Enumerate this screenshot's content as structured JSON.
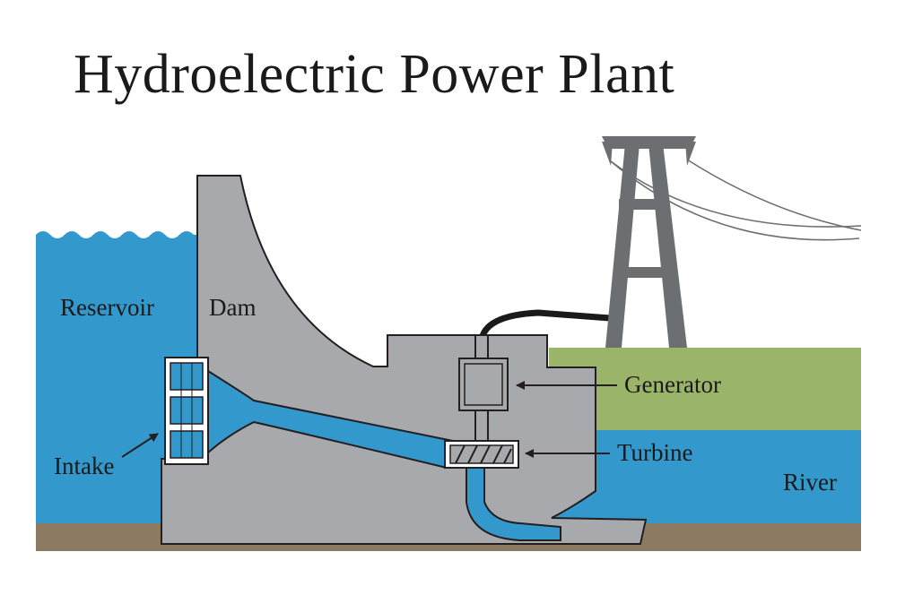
{
  "title": "Hydroelectric Power Plant",
  "labels": {
    "reservoir": "Reservoir",
    "dam": "Dam",
    "intake": "Intake",
    "generator": "Generator",
    "turbine": "Turbine",
    "river": "River"
  },
  "colors": {
    "water": "#3398cc",
    "concrete": "#a7a9ac",
    "ground": "#8c7b62",
    "grass": "#9ab56a",
    "tower": "#6d6e71",
    "outline": "#231f20",
    "background": "#ffffff"
  }
}
